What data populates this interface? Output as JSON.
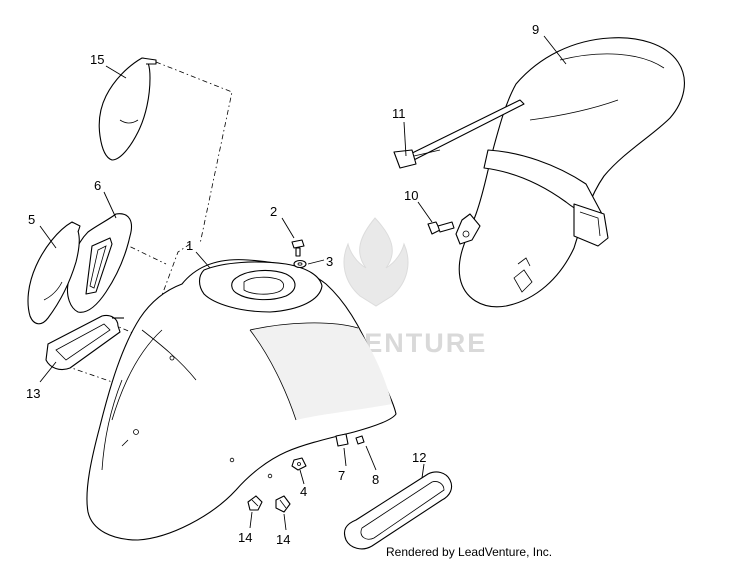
{
  "watermark": {
    "text": "LEADVENTURE"
  },
  "credit": "Rendered by LeadVenture, Inc.",
  "callouts": [
    {
      "id": "c15",
      "label": "15"
    },
    {
      "id": "c6",
      "label": "6"
    },
    {
      "id": "c5",
      "label": "5"
    },
    {
      "id": "c1",
      "label": "1"
    },
    {
      "id": "c2",
      "label": "2"
    },
    {
      "id": "c3",
      "label": "3"
    },
    {
      "id": "c9",
      "label": "9"
    },
    {
      "id": "c11",
      "label": "11"
    },
    {
      "id": "c10",
      "label": "10"
    },
    {
      "id": "c13",
      "label": "13"
    },
    {
      "id": "c7",
      "label": "7"
    },
    {
      "id": "c8",
      "label": "8"
    },
    {
      "id": "c4",
      "label": "4"
    },
    {
      "id": "c12",
      "label": "12"
    },
    {
      "id": "c14a",
      "label": "14"
    },
    {
      "id": "c14b",
      "label": "14"
    }
  ]
}
